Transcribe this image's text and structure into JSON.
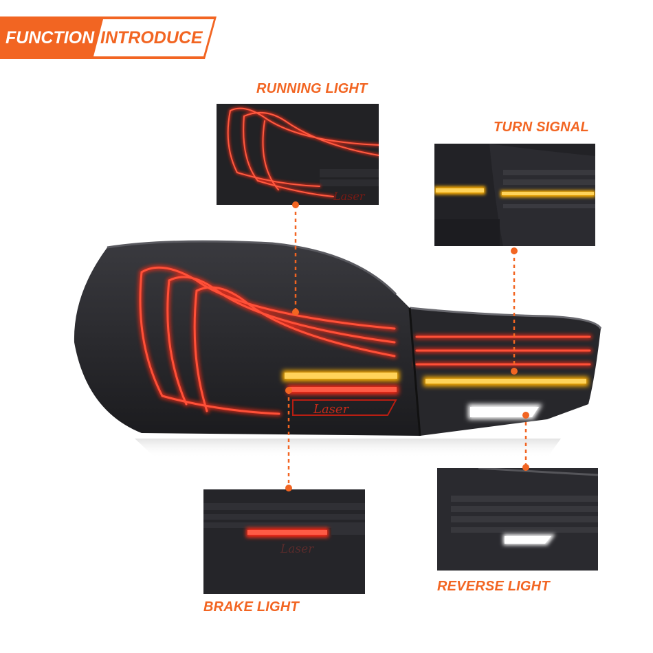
{
  "banner": {
    "part1": "FUNCTION",
    "part2": "INTRODUCE"
  },
  "labels": {
    "running": "RUNNING LIGHT",
    "turn": "TURN SIGNAL",
    "brake": "BRAKE LIGHT",
    "reverse": "REVERSE LIGHT"
  },
  "badge_text": "Laser",
  "colors": {
    "accent": "#f26522",
    "led_red": "#ff2a12",
    "led_amber": "#ffb000",
    "led_white": "#ffffff",
    "lens_dark": "#1c1c1f"
  }
}
